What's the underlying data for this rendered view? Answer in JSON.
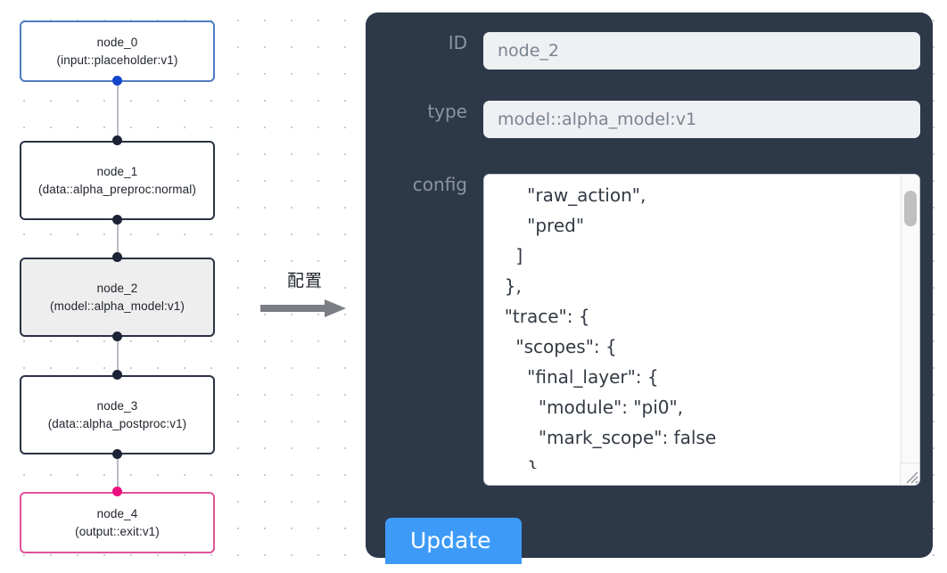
{
  "canvas": {
    "grid": "dot-grid"
  },
  "graph": {
    "nodes": [
      {
        "id": "node_0",
        "title": "node_0",
        "subtitle": "(input::placeholder:v1)",
        "kind": "input",
        "accent": "#4f7cc4",
        "selected": false
      },
      {
        "id": "node_1",
        "title": "node_1",
        "subtitle": "(data::alpha_preproc:normal)",
        "kind": "data",
        "accent": "#2b3245",
        "selected": false
      },
      {
        "id": "node_2",
        "title": "node_2",
        "subtitle": "(model::alpha_model:v1)",
        "kind": "model",
        "accent": "#2b3245",
        "selected": true
      },
      {
        "id": "node_3",
        "title": "node_3",
        "subtitle": "(data::alpha_postproc:v1)",
        "kind": "data",
        "accent": "#2b3245",
        "selected": false
      },
      {
        "id": "node_4",
        "title": "node_4",
        "subtitle": "(output::exit:v1)",
        "kind": "output",
        "accent": "#e0539b",
        "selected": false
      }
    ]
  },
  "flow": {
    "caption": "配置",
    "arrow_color": "#7b7e85"
  },
  "panel": {
    "background": "#2d3849",
    "fields": {
      "id": {
        "label": "ID",
        "value": "node_2",
        "placeholder": "node_2"
      },
      "type": {
        "label": "type",
        "value": "model::alpha_model:v1",
        "placeholder": "model::alpha_model:v1"
      },
      "config": {
        "label": "config",
        "value": "      \"raw_action\",\n      \"pred\"\n    ]\n  },\n  \"trace\": {\n    \"scopes\": {\n      \"final_layer\": {\n        \"module\": \"pi0\",\n        \"mark_scope\": false\n      },\n      \"action_model\": {"
      }
    },
    "update_button": {
      "label": "Update",
      "color": "#3d9bf7"
    }
  }
}
